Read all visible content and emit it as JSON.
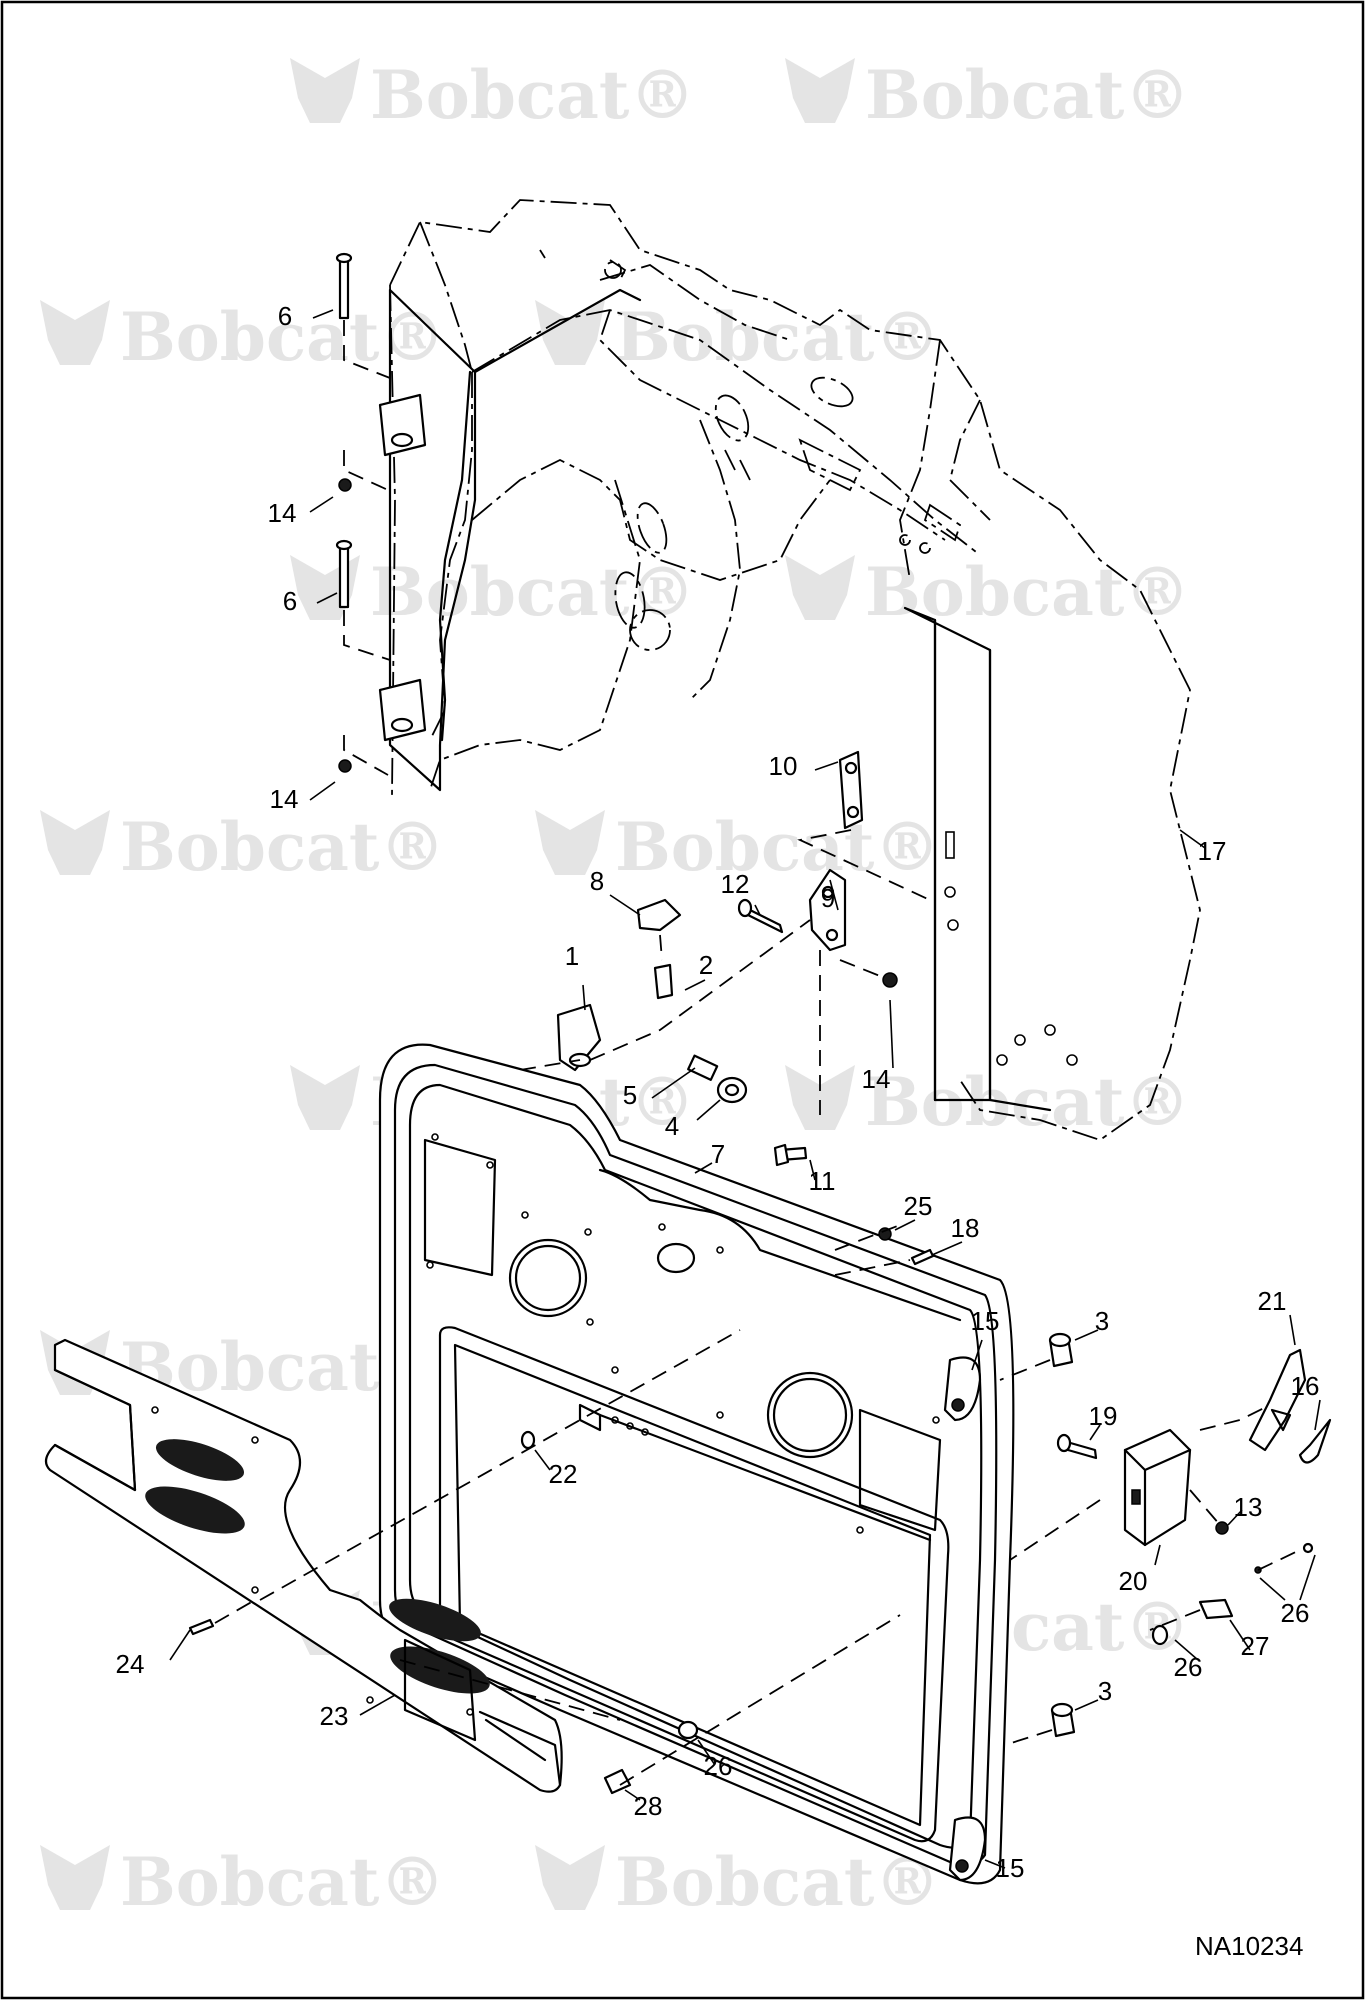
{
  "watermark": {
    "brand": "Bobcat",
    "mark": "®"
  },
  "figure_ref": "NA10234",
  "callouts": [
    {
      "id": "c6a",
      "num": "6"
    },
    {
      "id": "c14a",
      "num": "14"
    },
    {
      "id": "c6b",
      "num": "6"
    },
    {
      "id": "c14b",
      "num": "14"
    },
    {
      "id": "c10",
      "num": "10"
    },
    {
      "id": "c17",
      "num": "17"
    },
    {
      "id": "c8",
      "num": "8"
    },
    {
      "id": "c12",
      "num": "12"
    },
    {
      "id": "c9",
      "num": "9"
    },
    {
      "id": "c1",
      "num": "1"
    },
    {
      "id": "c2",
      "num": "2"
    },
    {
      "id": "c5",
      "num": "5"
    },
    {
      "id": "c4",
      "num": "4"
    },
    {
      "id": "c14c",
      "num": "14"
    },
    {
      "id": "c7",
      "num": "7"
    },
    {
      "id": "c11",
      "num": "11"
    },
    {
      "id": "c25",
      "num": "25"
    },
    {
      "id": "c18",
      "num": "18"
    },
    {
      "id": "c15a",
      "num": "15"
    },
    {
      "id": "c3a",
      "num": "3"
    },
    {
      "id": "c21",
      "num": "21"
    },
    {
      "id": "c16",
      "num": "16"
    },
    {
      "id": "c19",
      "num": "19"
    },
    {
      "id": "c13",
      "num": "13"
    },
    {
      "id": "c20",
      "num": "20"
    },
    {
      "id": "c22",
      "num": "22"
    },
    {
      "id": "c26a",
      "num": "26"
    },
    {
      "id": "c27",
      "num": "27"
    },
    {
      "id": "c26b",
      "num": "26"
    },
    {
      "id": "c24",
      "num": "24"
    },
    {
      "id": "c23",
      "num": "23"
    },
    {
      "id": "c3b",
      "num": "3"
    },
    {
      "id": "c26c",
      "num": "26"
    },
    {
      "id": "c28",
      "num": "28"
    },
    {
      "id": "c15b",
      "num": "15"
    }
  ]
}
